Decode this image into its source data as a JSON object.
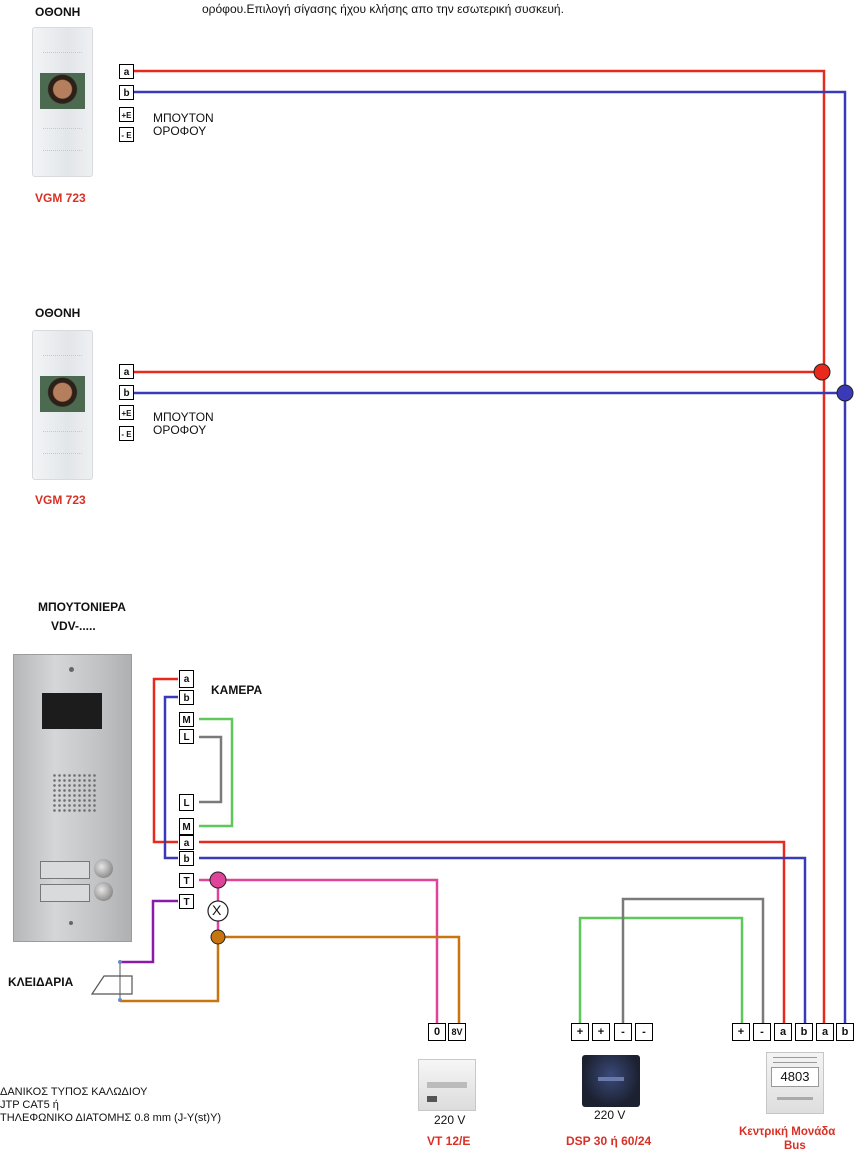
{
  "header_text": "ορόφου.Επιλογή σίγασης ήχου κλήσης απο την εσωτερική συσκευή.",
  "monitors": [
    {
      "title": "ΟΘΟΝΗ",
      "model": "VGM 723",
      "terminals": [
        "a",
        "b",
        "+E",
        "- E"
      ],
      "button_label_1": "ΜΠΟΥΤΟΝ",
      "button_label_2": "ΟΡΟΦΟΥ"
    },
    {
      "title": "ΟΘΟΝΗ",
      "model": "VGM 723",
      "terminals": [
        "a",
        "b",
        "+E",
        "- E"
      ],
      "button_label_1": "ΜΠΟΥΤΟΝ",
      "button_label_2": "ΟΡΟΦΟΥ"
    }
  ],
  "door_panel": {
    "title": "ΜΠΟΥΤΟΝΙΕΡΑ",
    "subtitle": "VDV-....."
  },
  "camera_label": "ΚΑΜΕΡΑ",
  "camera_terminals": [
    "a",
    "b",
    "M",
    "L"
  ],
  "panel_terminals": [
    "L",
    "M",
    "a",
    "b",
    "T",
    "T"
  ],
  "lock_label": "ΚΛΕΙΔΑΡΙΑ",
  "bulb_symbol": "X",
  "transformer": {
    "terminals": [
      "0",
      "8V"
    ],
    "voltage": "220 V",
    "model": "VT 12/E"
  },
  "power_supply": {
    "terminals": [
      "+",
      "+",
      "-",
      "-"
    ],
    "voltage": "220 V",
    "model": "DSP 30 ή 60/24"
  },
  "central_unit": {
    "terminals": [
      "+",
      "-",
      "a",
      "b",
      "a",
      "b"
    ],
    "display": "4803",
    "name_line1": "Κεντρική Μονάδα",
    "name_line2": "Bus"
  },
  "notes": [
    "ΔΑΝΙΚΟΣ ΤΥΠΟΣ ΚΑΛΩΔΙΟΥ",
    "JTP CAT5 ή",
    "ΤΗΛΕΦΩΝΙΚΟ  ΔΙΑΤΟΜΗΣ 0.8 mm (J-Y(st)Y)"
  ],
  "wire_colors": {
    "a": "#e8291c",
    "b": "#3a3ab8",
    "green": "#5ec85a",
    "gray": "#7a7a7a",
    "pink": "#e0449a",
    "orange": "#c7760f",
    "purple": "#8a1aa8"
  }
}
